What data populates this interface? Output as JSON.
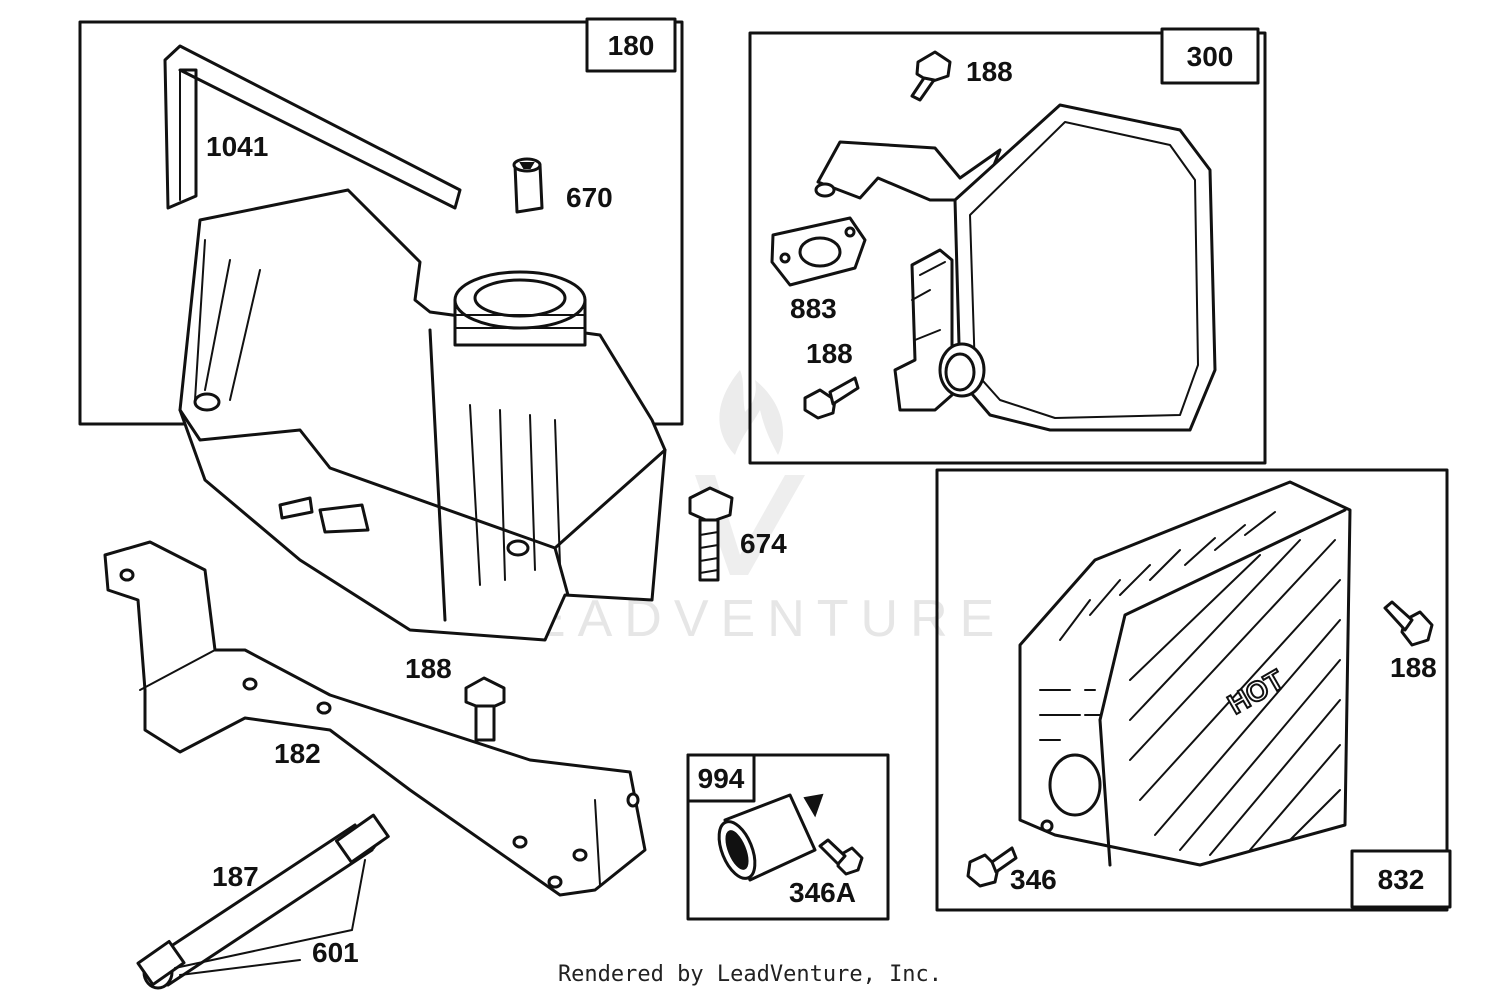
{
  "boxes": {
    "b180": "180",
    "b300": "300",
    "b832": "832",
    "b994": "994"
  },
  "parts": {
    "p1041": "1041",
    "p670": "670",
    "p188a": "188",
    "p883": "883",
    "p188b": "188",
    "p674": "674",
    "p188c": "188",
    "p182": "182",
    "p188d": "188",
    "p187": "187",
    "p601": "601",
    "p346a": "346A",
    "p346": "346"
  },
  "guard_text": "HOT",
  "watermark": "LEADVENTURE",
  "footer": "Rendered by LeadVenture, Inc."
}
